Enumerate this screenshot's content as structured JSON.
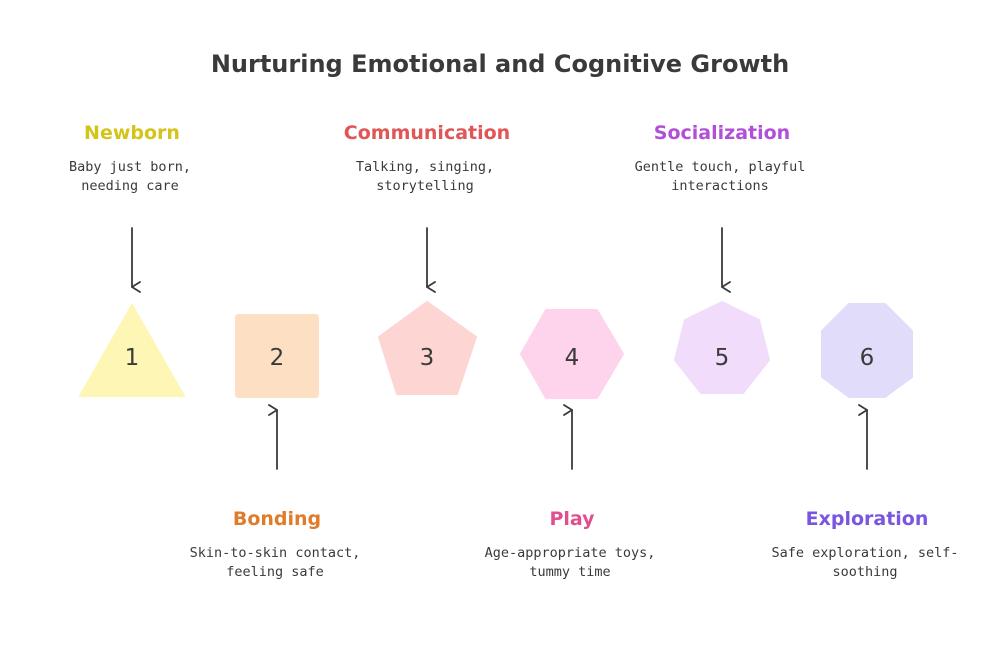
{
  "title": "Nurturing Emotional and Cognitive Growth",
  "steps": [
    {
      "number": "1",
      "title": "Newborn",
      "description": "Baby just born,\nneeding care",
      "title_color": "#d4c41a",
      "shape_fill": "#fdf6b4",
      "shape": "triangle",
      "label_position": "top"
    },
    {
      "number": "2",
      "title": "Bonding",
      "description": "Skin-to-skin contact,\nfeeling safe",
      "title_color": "#e07b2a",
      "shape_fill": "#fde0c4",
      "shape": "square",
      "label_position": "bottom"
    },
    {
      "number": "3",
      "title": "Communication",
      "description": "Talking, singing,\nstorytelling",
      "title_color": "#e05555",
      "shape_fill": "#fdd6d4",
      "shape": "pentagon",
      "label_position": "top"
    },
    {
      "number": "4",
      "title": "Play",
      "description": "Age-appropriate toys,\ntummy time",
      "title_color": "#e0508f",
      "shape_fill": "#fdd4ec",
      "shape": "hexagon",
      "label_position": "bottom"
    },
    {
      "number": "5",
      "title": "Socialization",
      "description": "Gentle touch, playful\ninteractions",
      "title_color": "#b24fd8",
      "shape_fill": "#f1dcfb",
      "shape": "heptagon",
      "label_position": "top"
    },
    {
      "number": "6",
      "title": "Exploration",
      "description": "Safe exploration, self-\nsoothing",
      "title_color": "#7a55e0",
      "shape_fill": "#e2dcfb",
      "shape": "octagon",
      "label_position": "bottom"
    }
  ]
}
